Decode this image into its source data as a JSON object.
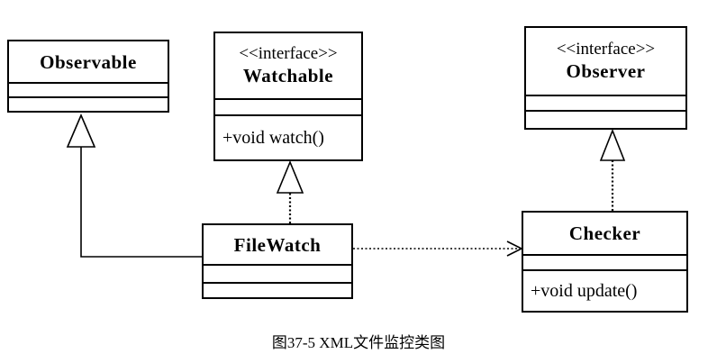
{
  "classes": {
    "observable": {
      "name": "Observable"
    },
    "watchable": {
      "stereotype": "<<interface>>",
      "name": "Watchable",
      "operation": "+void watch()"
    },
    "observer": {
      "stereotype": "<<interface>>",
      "name": "Observer"
    },
    "filewatch": {
      "name": "FileWatch"
    },
    "checker": {
      "name": "Checker",
      "operation": "+void update()"
    }
  },
  "relationships": [
    {
      "from": "FileWatch",
      "to": "Observable",
      "type": "generalization",
      "line": "solid"
    },
    {
      "from": "FileWatch",
      "to": "Watchable",
      "type": "realization",
      "line": "dotted"
    },
    {
      "from": "Checker",
      "to": "Observer",
      "type": "realization",
      "line": "dotted"
    },
    {
      "from": "FileWatch",
      "to": "Checker",
      "type": "dependency",
      "line": "dotted"
    }
  ],
  "caption": "图37-5 XML文件监控类图"
}
